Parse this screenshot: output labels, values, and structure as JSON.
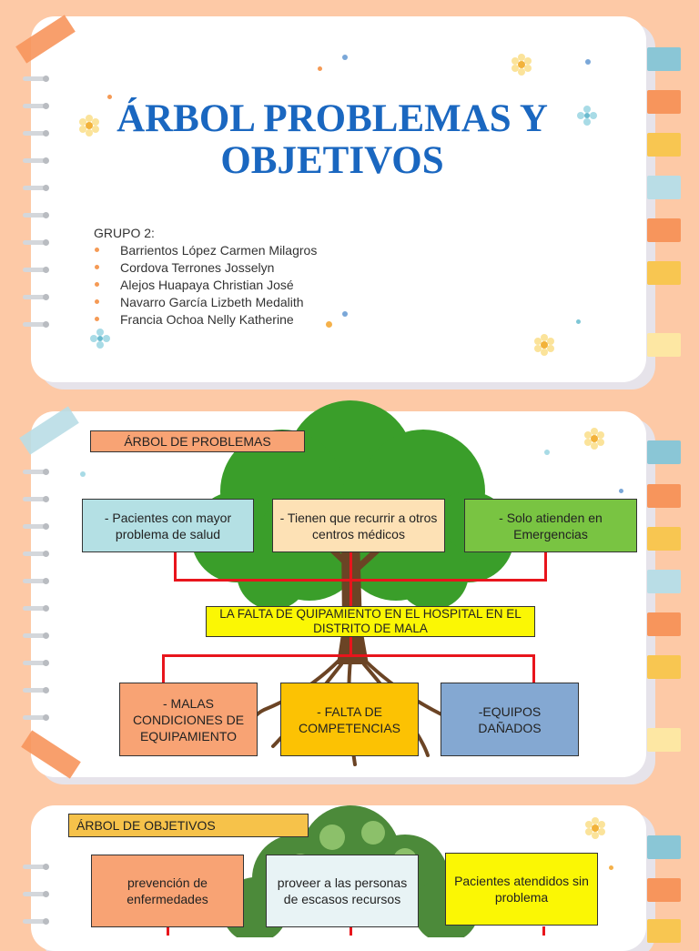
{
  "slide1": {
    "title_line1": "ÁRBOL PROBLEMAS Y",
    "title_line2": "OBJETIVOS",
    "group_title": "GRUPO 2:",
    "members": [
      "Barrientos López Carmen Milagros",
      "Cordova Terrones Josselyn",
      "Alejos Huapaya Christian José",
      "Navarro García Lizbeth Medalith",
      "Francia Ochoa Nelly Katherine"
    ]
  },
  "slide2": {
    "header": "ÁRBOL DE PROBLEMAS",
    "effects": [
      "- Pacientes con mayor problema de salud",
      "- Tienen que recurrir a otros centros médicos",
      "- Solo atienden en Emergencias"
    ],
    "central_problem": "LA FALTA DE QUIPAMIENTO EN EL HOSPITAL EN EL DISTRITO DE MALA",
    "causes": [
      "- MALAS CONDICIONES DE EQUIPAMIENTO",
      "- FALTA DE COMPETENCIAS",
      "-EQUIPOS DAÑADOS"
    ]
  },
  "slide3": {
    "header": "ÁRBOL DE OBJETIVOS",
    "ends": [
      "prevención de enfermedades",
      "proveer a las personas de escasos recursos",
      "Pacientes atendidos sin problema"
    ]
  },
  "colors": {
    "background": "#fdc9a6",
    "title": "#1a67c0",
    "connector": "#e8151c",
    "tree_green": "#3a9e2a",
    "trunk": "#6b4425"
  }
}
